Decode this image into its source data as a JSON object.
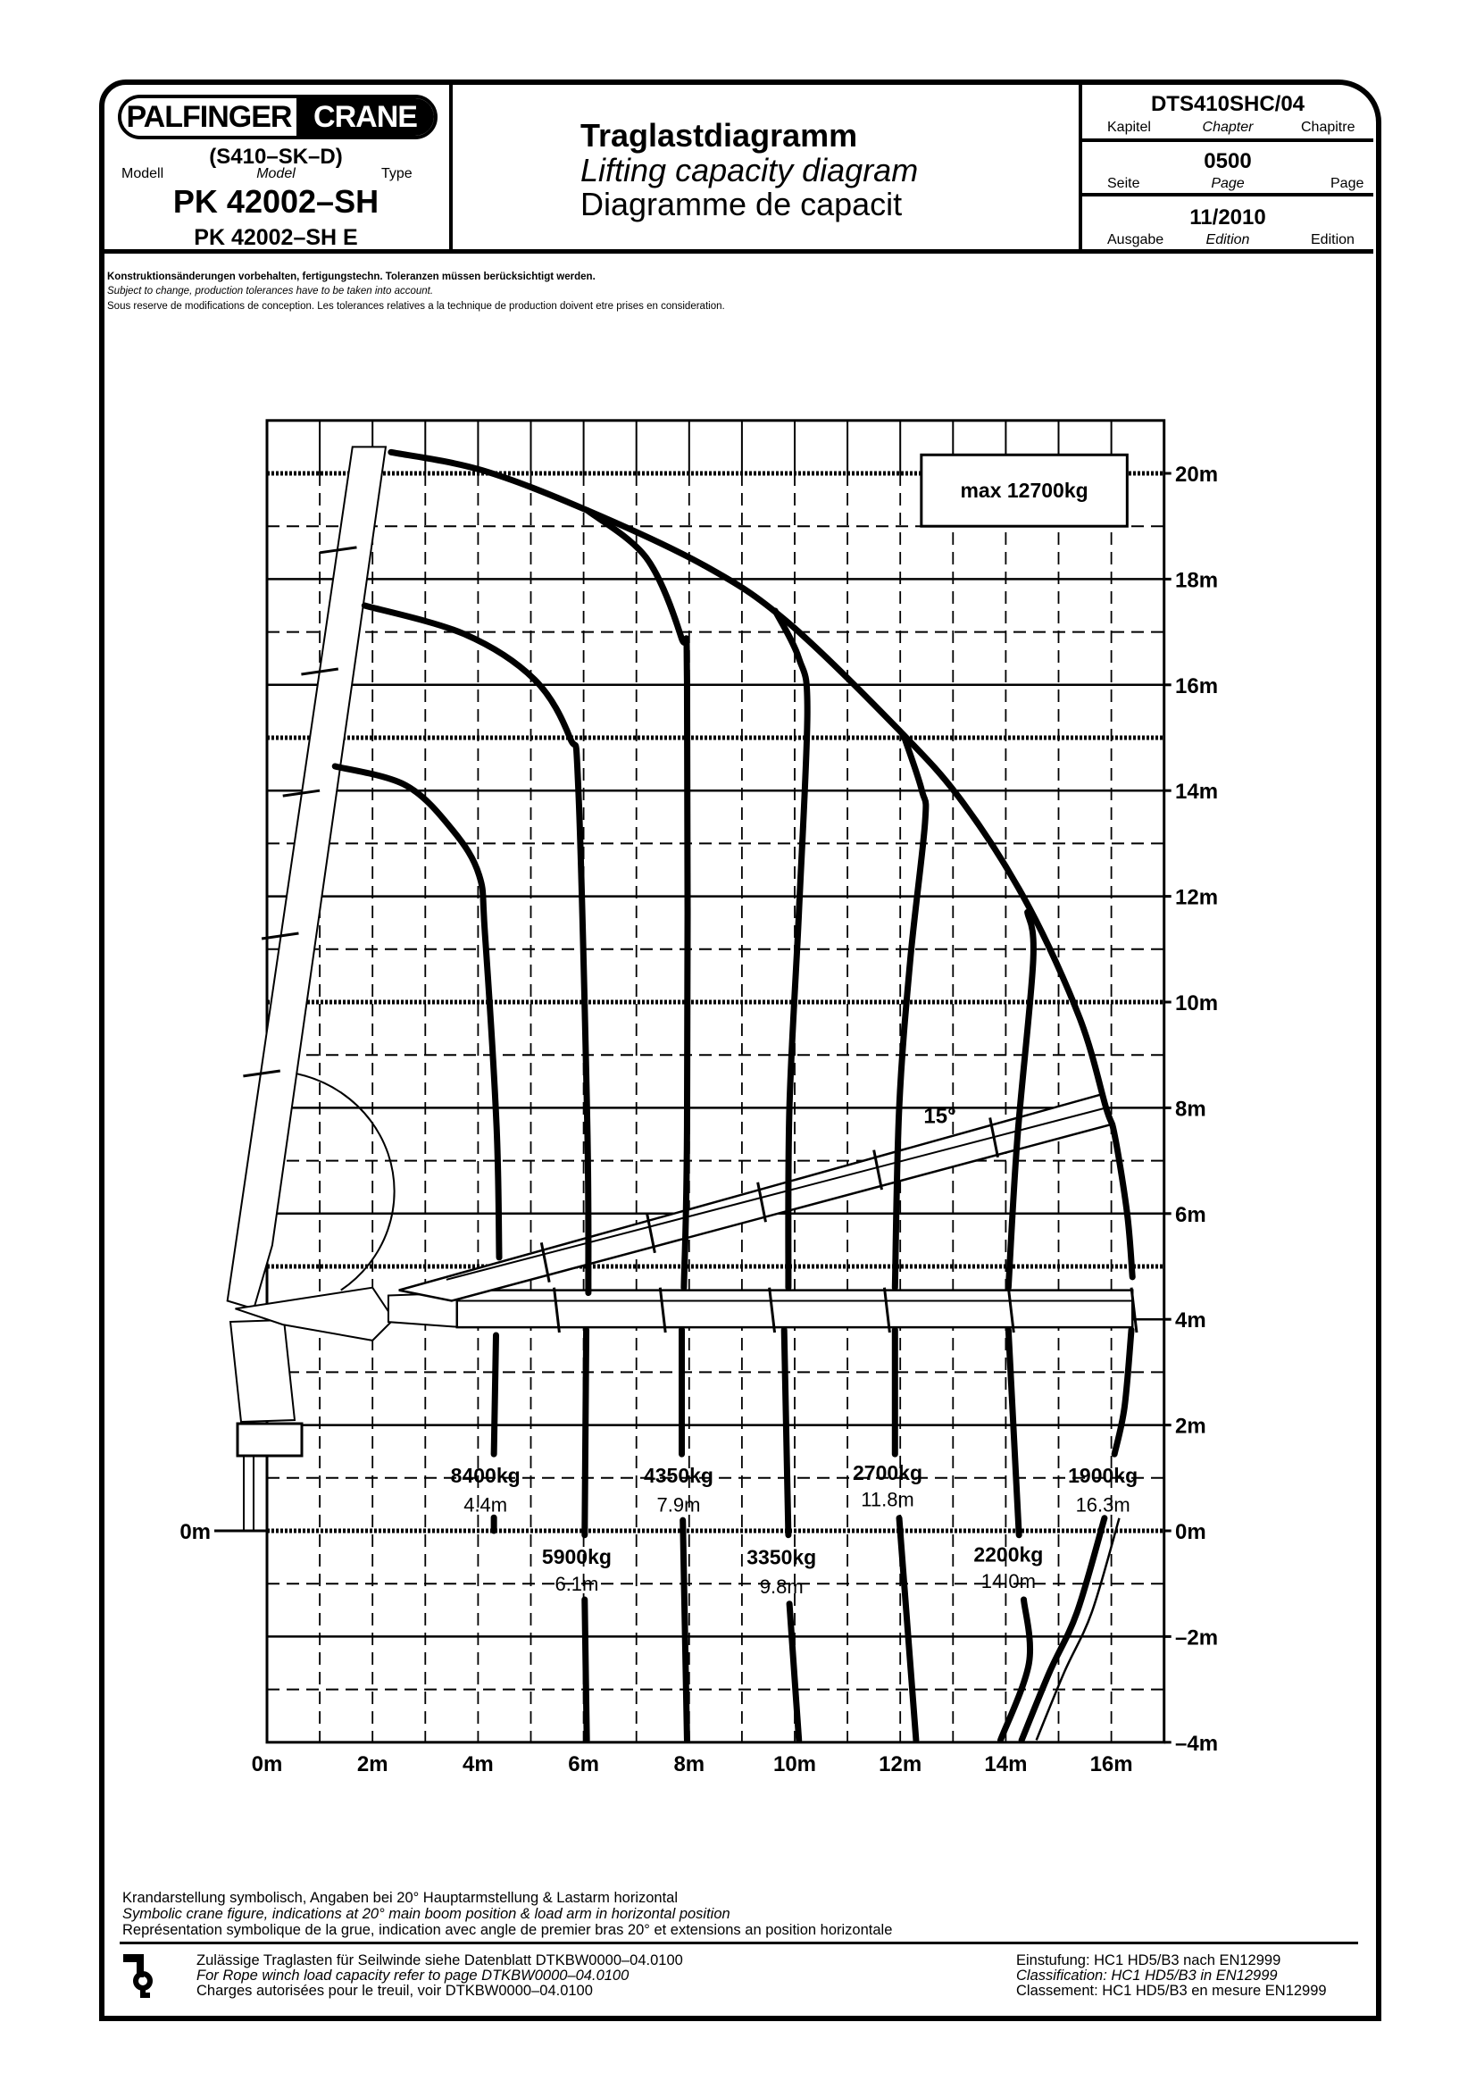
{
  "header": {
    "logo": {
      "left": "PALFINGER",
      "right": "CRANE"
    },
    "variant": "(S410–SK–D)",
    "model_labels": [
      "Modell",
      "Model",
      "Type"
    ],
    "model": "PK 42002–SH",
    "model_e": "PK 42002–SH E",
    "titles": [
      "Traglastdiagramm",
      "Lifting capacity diagram",
      "Diagramme de capacit"
    ],
    "doc_code": "DTS410SHC/04",
    "chapter_labels": [
      "Kapitel",
      "Chapter",
      "Chapitre"
    ],
    "page": "0500",
    "page_labels": [
      "Seite",
      "Page",
      "Page"
    ],
    "edition": "11/2010",
    "edition_labels": [
      "Ausgabe",
      "Edition",
      "Edition"
    ]
  },
  "notes": [
    "Konstruktionsänderungen vorbehalten, fertigungstechn. Toleranzen müssen berücksichtigt werden.",
    "Subject to change, production tolerances have to be taken into account.",
    "Sous reserve de modifications de conception. Les tolerances relatives a la technique de production doivent etre prises en consideration."
  ],
  "chart_data": {
    "type": "line",
    "title": "max 12700kg",
    "annotation": "15°",
    "xlabel": "",
    "ylabel": "",
    "xlim": [
      0,
      17
    ],
    "ylim": [
      -4,
      21
    ],
    "grid": true,
    "x_ticks": [
      {
        "v": 0,
        "label": "0m"
      },
      {
        "v": 2,
        "label": "2m"
      },
      {
        "v": 4,
        "label": "4m"
      },
      {
        "v": 6,
        "label": "6m"
      },
      {
        "v": 8,
        "label": "8m"
      },
      {
        "v": 10,
        "label": "10m"
      },
      {
        "v": 12,
        "label": "12m"
      },
      {
        "v": 14,
        "label": "14m"
      },
      {
        "v": 16,
        "label": "16m"
      }
    ],
    "y_ticks": [
      {
        "v": 20,
        "label": "20m"
      },
      {
        "v": 18,
        "label": "18m"
      },
      {
        "v": 16,
        "label": "16m"
      },
      {
        "v": 14,
        "label": "14m"
      },
      {
        "v": 12,
        "label": "12m"
      },
      {
        "v": 10,
        "label": "10m"
      },
      {
        "v": 8,
        "label": "8m"
      },
      {
        "v": 6,
        "label": "6m"
      },
      {
        "v": 4,
        "label": "4m"
      },
      {
        "v": 2,
        "label": "2m"
      },
      {
        "v": 0,
        "label": "0m"
      },
      {
        "v": -2,
        "label": "–2m"
      },
      {
        "v": -4,
        "label": "–4m"
      }
    ],
    "y_left_label": {
      "v": 0,
      "label": "0m"
    },
    "series": [
      {
        "name": "8400kg",
        "reach": "4.4m",
        "segments": [
          [
            [
              1.29,
              14.46
            ],
            [
              2.63,
              14.1
            ],
            [
              3.52,
              13.25
            ],
            [
              4.02,
              12.4
            ],
            [
              4.13,
              11.3
            ],
            [
              4.35,
              7.66
            ],
            [
              4.4,
              5.17
            ]
          ],
          [
            [
              4.34,
              3.7
            ],
            [
              4.3,
              1.45
            ]
          ],
          [
            [
              4.3,
              0.25
            ],
            [
              4.3,
              0.0
            ]
          ]
        ]
      },
      {
        "name": "5900kg",
        "reach": "6.1m",
        "segments": [
          [
            [
              1.85,
              17.5
            ],
            [
              3.74,
              16.96
            ],
            [
              5.07,
              16.1
            ],
            [
              5.74,
              15.0
            ],
            [
              5.9,
              14.03
            ],
            [
              6.07,
              7.66
            ],
            [
              6.09,
              4.5
            ]
          ],
          [
            [
              6.05,
              3.8
            ],
            [
              6.02,
              -0.08
            ]
          ],
          [
            [
              6.02,
              -1.3
            ],
            [
              6.06,
              -3.96
            ]
          ]
        ]
      },
      {
        "name": "4350kg",
        "reach": "7.9m",
        "segments": [
          [
            [
              6.07,
              19.3
            ],
            [
              7.19,
              18.4
            ],
            [
              7.85,
              16.9
            ],
            [
              7.96,
              16.0
            ],
            [
              7.96,
              7.66
            ],
            [
              7.9,
              4.6
            ]
          ],
          [
            [
              7.86,
              3.8
            ],
            [
              7.86,
              1.45
            ]
          ],
          [
            [
              7.88,
              0.2
            ],
            [
              7.96,
              -3.96
            ]
          ]
        ]
      },
      {
        "name": "3350kg",
        "reach": "9.8m",
        "segments": [
          [
            [
              9.63,
              17.4
            ],
            [
              10.08,
              16.5
            ],
            [
              10.24,
              15.5
            ],
            [
              10.08,
              11.7
            ],
            [
              9.9,
              8.0
            ],
            [
              9.88,
              4.6
            ]
          ],
          [
            [
              9.8,
              3.8
            ],
            [
              9.88,
              -0.08
            ]
          ],
          [
            [
              9.9,
              -1.38
            ],
            [
              10.08,
              -3.96
            ]
          ]
        ]
      },
      {
        "name": "2700kg",
        "reach": "11.8m",
        "segments": [
          [
            [
              12.08,
              15.0
            ],
            [
              12.41,
              14.0
            ],
            [
              12.47,
              13.4
            ],
            [
              12.19,
              10.8
            ],
            [
              11.98,
              8.0
            ],
            [
              11.9,
              4.6
            ]
          ],
          [
            [
              11.9,
              3.8
            ],
            [
              11.9,
              1.45
            ]
          ],
          [
            [
              11.98,
              0.24
            ],
            [
              12.3,
              -3.96
            ]
          ]
        ]
      },
      {
        "name": "2200kg",
        "reach": "14.0m",
        "segments": [
          [
            [
              14.41,
              11.7
            ],
            [
              14.52,
              10.8
            ],
            [
              14.22,
              7.43
            ],
            [
              14.05,
              4.6
            ]
          ],
          [
            [
              14.05,
              3.8
            ],
            [
              14.25,
              -0.08
            ]
          ],
          [
            [
              14.34,
              -1.3
            ],
            [
              14.44,
              -2.5
            ],
            [
              13.9,
              -3.96
            ]
          ]
        ]
      },
      {
        "name": "1900kg",
        "reach": "16.3m",
        "segments": [
          [
            [
              2.35,
              20.4
            ],
            [
              4.07,
              20.06
            ],
            [
              6.07,
              19.3
            ],
            [
              8.3,
              18.25
            ],
            [
              9.85,
              17.2
            ],
            [
              11.97,
              15.15
            ],
            [
              13.19,
              13.77
            ],
            [
              14.4,
              11.87
            ],
            [
              15.4,
              9.7
            ],
            [
              15.9,
              8.0
            ],
            [
              16.06,
              7.5
            ],
            [
              16.3,
              6.0
            ],
            [
              16.4,
              4.8
            ]
          ],
          [
            [
              16.38,
              3.8
            ],
            [
              16.25,
              2.34
            ],
            [
              16.06,
              1.45
            ]
          ],
          [
            [
              15.87,
              0.24
            ],
            [
              15.35,
              -1.54
            ],
            [
              14.83,
              -2.67
            ],
            [
              14.3,
              -3.96
            ]
          ]
        ]
      }
    ]
  },
  "bottom_notes": [
    "Krandarstellung symbolisch, Angaben bei 20° Hauptarmstellung & Lastarm horizontal",
    "Symbolic crane figure, indications at 20° main boom position & load arm in horizontal position",
    "Représentation symbolique de la grue, indication avec angle de premier bras 20° et extensions an position horizontale"
  ],
  "footer": {
    "winch": [
      "Zulässige Traglasten für Seilwinde siehe Datenblatt DTKBW0000–04.0100",
      "For Rope winch load capacity refer to page DTKBW0000–04.0100",
      "Charges autorisées pour le treuil, voir DTKBW0000–04.0100"
    ],
    "classification": [
      "Einstufung: HC1 HD5/B3 nach EN12999",
      "Classification: HC1 HD5/B3 in EN12999",
      "Classement: HC1 HD5/B3 en mesure EN12999"
    ]
  }
}
